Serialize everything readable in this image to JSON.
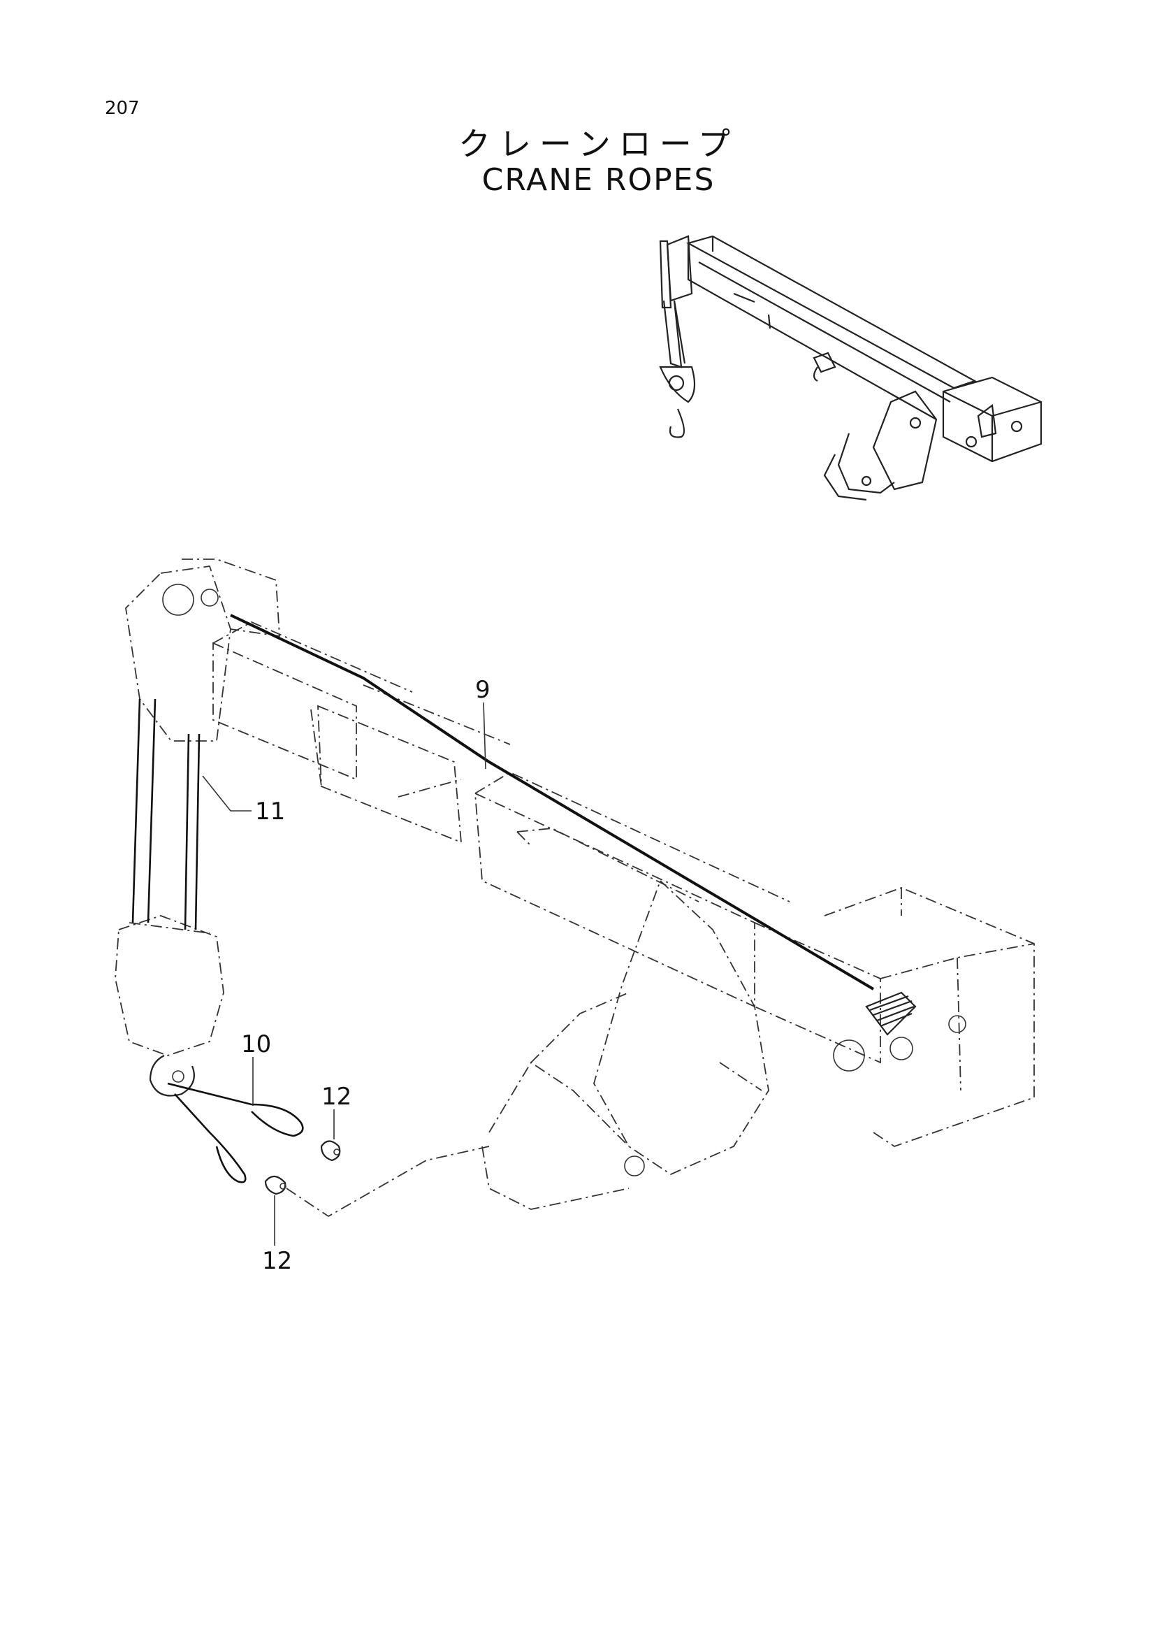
{
  "page_number": "207",
  "title_jp": "クレーンロープ",
  "title_en": "CRANE ROPES",
  "callouts": {
    "c9": "9",
    "c10": "10",
    "c11": "11",
    "c12a": "12",
    "c12b": "12"
  }
}
